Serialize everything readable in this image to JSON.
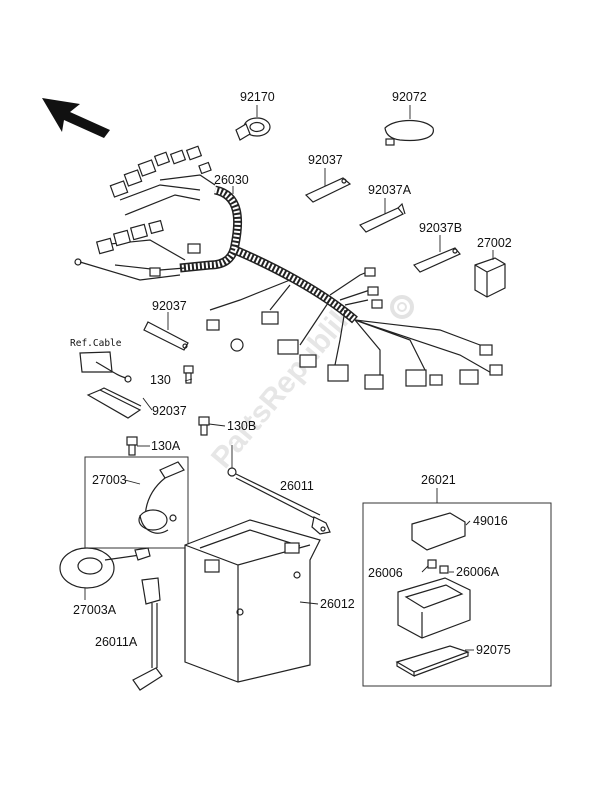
{
  "watermark": "PartsRepublik",
  "labels": {
    "p92170": "92170",
    "p92072": "92072",
    "p92037_top": "92037",
    "p26030": "26030",
    "p92037A": "92037A",
    "p92037B": "92037B",
    "p27002": "27002",
    "p92037_mid": "92037",
    "ref_cable": "Ref.Cable",
    "p130": "130",
    "p92037_low": "92037",
    "p130A": "130A",
    "p130B": "130B",
    "p27003": "27003",
    "p26011": "26011",
    "p26021": "26021",
    "p49016": "49016",
    "p26006": "26006",
    "p26006A": "26006A",
    "p26012": "26012",
    "p27003A": "27003A",
    "p26011A": "26011A",
    "p92075": "92075"
  },
  "icons": {
    "direction": "front-direction-arrow-icon",
    "watermark_gear": "gear-icon"
  }
}
